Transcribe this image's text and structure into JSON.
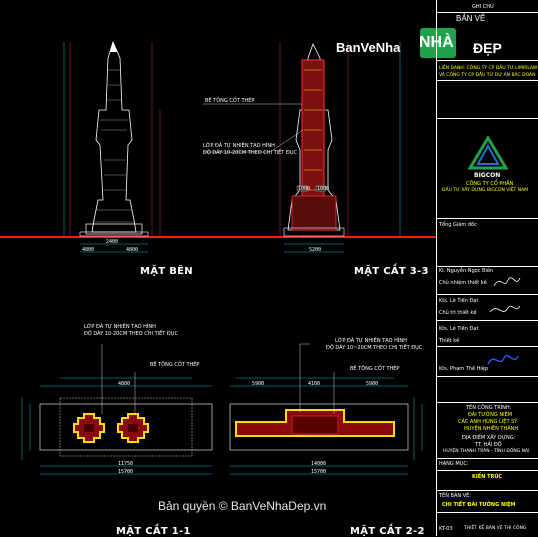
{
  "watermark": {
    "site_text": "BanVeNha",
    "logo_ban_ve": "BẢN VẼ",
    "logo_nha": "NHÀ",
    "logo_dep": "ĐẸP",
    "copyright": "Bản quyền © BanVeNhaDep.vn"
  },
  "views": {
    "side_elevation": "MẶT BÊN",
    "section_33": "MẶT CẮT 3-3",
    "section_11": "MẶT CẮT 1-1",
    "section_22": "MẶT CẮT 2-2"
  },
  "notes": {
    "concrete_core_1": "BÊ TÔNG CỐT THÉP",
    "stone_layer_1": "LỚP ĐÁ TỰ NHIÊN TẠO HÌNH",
    "stone_thickness_1": "ĐỘ DÀY 10-20CM THEO CHI TIẾT ĐỤC",
    "stone_layer_2": "LỚP ĐÁ TỰ NHIÊN TẠO HÌNH",
    "stone_thickness_2": "ĐỘ DÀY 10-20CM THEO CHI TIẾT ĐỤC",
    "concrete_core_2": "BÊ TÔNG CỐT THÉP",
    "stone_layer_3": "LỚP ĐÁ TỰ NHIÊN TẠO HÌNH",
    "stone_thickness_3": "ĐỘ DÀY 10~20CM THEO CHI TIẾT ĐỤC",
    "concrete_core_3": "BÊ TÔNG CỐT THÉP"
  },
  "dimensions": {
    "side_base_total": "2400",
    "side_base_a": "4800",
    "side_base_b": "4800",
    "sec33_base": "5200",
    "sec33_a": "1000",
    "sec33_b": "1000",
    "sec11_total": "15700",
    "sec11_inner": "11750",
    "sec11_mid": "4800",
    "sec22_total": "15700",
    "sec22_mid": "14000",
    "sec22_top": "4100",
    "sec22_left": "5900",
    "sec22_right": "5900"
  },
  "title_block": {
    "header": "GHI CHÚ",
    "project_line1": "LIÊN DANH: CÔNG TY CP ĐẦU TƯ LIMIRLAW",
    "project_line2": "VÀ CÔNG TY CP ĐẦU TƯ DỰ ÁN BÁC ĐOÀN",
    "company_brand": "BIGCON",
    "company_line1": "CÔNG TY CỔ PHẦN",
    "company_line2": "ĐẦU TƯ XÂY DỰNG BIGCON VIỆT NAM",
    "director_label": "Tổng Giám đốc",
    "designer_role": "Kĩ. Nguyễn Ngọc Biên",
    "designer_label": "Chủ nhiệm thiết kế",
    "designer_name": "Kts. Lê Tiến Đạt",
    "checker_label": "Chủ trì thiết kế",
    "checker_name": "Kts. Lê Tiến Đạt",
    "drafter_label": "Thiết kế",
    "drafter_name": "Kts. Phạm Thế Hiệp",
    "project_label": "TÊN CÔNG TRÌNH:",
    "project_name1": "ĐÀI TƯỞNG NIỆM",
    "project_name2": "CÁC ANH HÙNG LIỆT SỸ",
    "project_name3": "HUYỆN NHIÊN THÀNH",
    "location_label": "ĐỊA ĐIỂM XÂY DỰNG:",
    "location1": "TT. HẢI ĐÔ",
    "location2": "HUYỆN THẠNH TRÂN - TỈNH ĐỒNG NAI",
    "category_label": "HẠNG MỤC:",
    "category": "KIẾN TRÚC",
    "drawing_label": "TÊN BẢN VẼ:",
    "drawing_name": "CHI TIẾT ĐÀI TƯỞNG NIỆM",
    "sheet_no": "KT-03",
    "footer": "THIẾT KẾ BẢN VẼ THI CÔNG"
  }
}
